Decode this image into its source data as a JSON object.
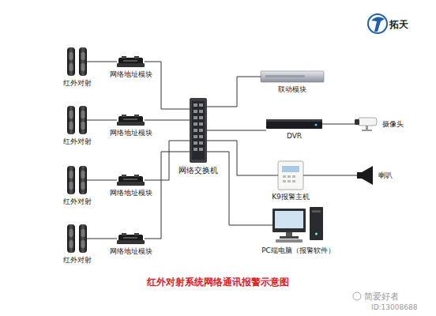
{
  "diagram": {
    "caption": "红外对射系统网络通讯报警示意图",
    "nodes": [
      {
        "text": [
          "红外对射"
        ]
      },
      {
        "text": [
          "网络地址模块"
        ]
      },
      {
        "text": [
          "红外对射"
        ]
      },
      {
        "text": [
          "网络地址模块"
        ]
      },
      {
        "text": [
          "红外对射"
        ]
      },
      {
        "text": [
          "网络地址模块"
        ]
      },
      {
        "text": [
          "红外对射"
        ]
      },
      {
        "text": [
          "网络地址模块"
        ]
      },
      {
        "text": [
          "网络交换机"
        ]
      },
      {
        "text": [
          "联动模块"
        ]
      },
      {
        "text": [
          "DVR"
        ]
      },
      {
        "text": [
          "摄像头"
        ]
      },
      {
        "text": [
          "K9报警主机"
        ]
      },
      {
        "text": [
          "喇叭"
        ]
      },
      {
        "text": [
          "PC端电脑（报警软件）"
        ]
      }
    ],
    "edges": [
      {
        "from": 0,
        "to": 1,
        "arrow": "none"
      },
      {
        "from": 2,
        "to": 3,
        "arrow": "none"
      },
      {
        "from": 4,
        "to": 5,
        "arrow": "none"
      },
      {
        "from": 6,
        "to": 7,
        "arrow": "none"
      },
      {
        "from": 1,
        "to": 8,
        "arrow": "none"
      },
      {
        "from": 3,
        "to": 8,
        "arrow": "none"
      },
      {
        "from": 5,
        "to": 8,
        "arrow": "none"
      },
      {
        "from": 7,
        "to": 8,
        "arrow": "none"
      },
      {
        "from": 8,
        "to": 9,
        "arrow": "none"
      },
      {
        "from": 8,
        "to": 10,
        "arrow": "none"
      },
      {
        "from": 8,
        "to": 12,
        "arrow": "none"
      },
      {
        "from": 8,
        "to": 14,
        "arrow": "none"
      },
      {
        "from": 10,
        "to": 11,
        "arrow": "none"
      },
      {
        "from": 12,
        "to": 13,
        "arrow": "none"
      }
    ],
    "labels": [
      "拓天",
      "简爱好者",
      "ID:13008688"
    ]
  }
}
